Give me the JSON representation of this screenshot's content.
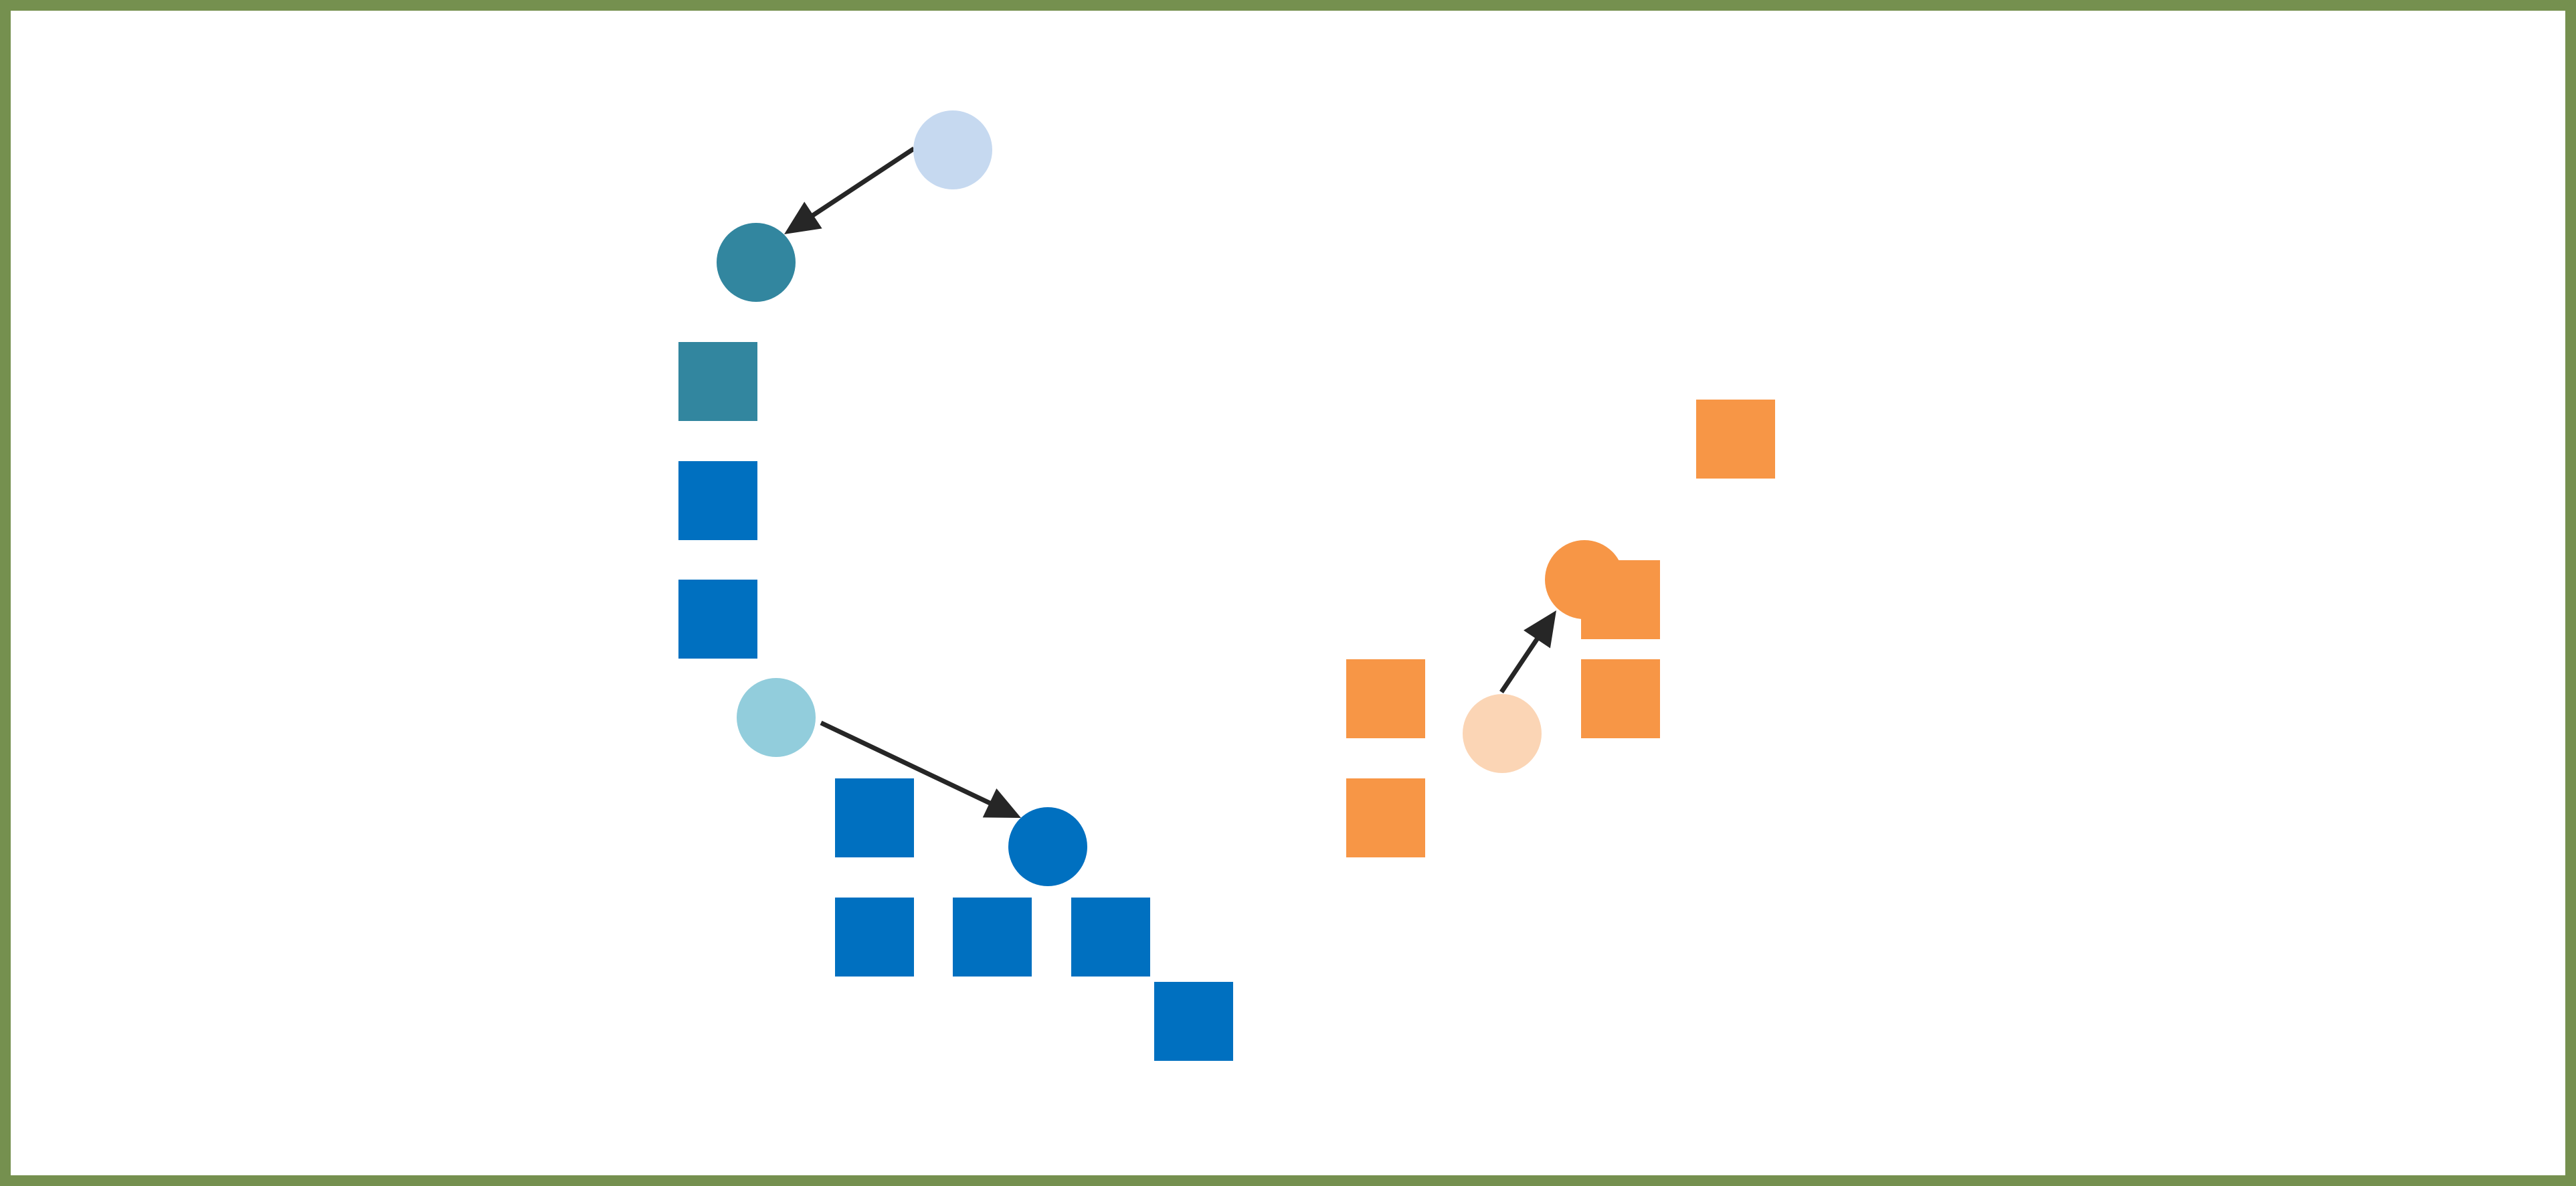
{
  "colors": {
    "frame": "#75904f",
    "background": "#ffffff",
    "teal": "#32869f",
    "blue": "#0070c0",
    "light_blue": "#c6d9f0",
    "sky_blue": "#92cddc",
    "orange": "#f79646",
    "light_orange": "#fbd5b5",
    "arrow": "#262626"
  },
  "diagram": {
    "shapes": [
      {
        "kind": "circle",
        "name": "circle-light-blue",
        "fill": "light_blue"
      },
      {
        "kind": "circle",
        "name": "circle-teal",
        "fill": "teal"
      },
      {
        "kind": "square",
        "name": "square-teal",
        "fill": "teal"
      },
      {
        "kind": "square",
        "name": "square-blue",
        "fill": "blue"
      },
      {
        "kind": "square",
        "name": "square-blue",
        "fill": "blue"
      },
      {
        "kind": "circle",
        "name": "circle-sky-blue",
        "fill": "sky_blue"
      },
      {
        "kind": "square",
        "name": "square-blue",
        "fill": "blue"
      },
      {
        "kind": "circle",
        "name": "circle-blue",
        "fill": "blue"
      },
      {
        "kind": "square",
        "name": "square-blue",
        "fill": "blue"
      },
      {
        "kind": "square",
        "name": "square-blue",
        "fill": "blue"
      },
      {
        "kind": "square",
        "name": "square-blue",
        "fill": "blue"
      },
      {
        "kind": "square",
        "name": "square-blue",
        "fill": "blue"
      },
      {
        "kind": "square",
        "name": "square-orange",
        "fill": "orange"
      },
      {
        "kind": "circle",
        "name": "circle-orange",
        "fill": "orange"
      },
      {
        "kind": "square",
        "name": "square-orange",
        "fill": "orange"
      },
      {
        "kind": "square",
        "name": "square-orange",
        "fill": "orange"
      },
      {
        "kind": "square",
        "name": "square-orange",
        "fill": "orange"
      },
      {
        "kind": "square",
        "name": "square-orange",
        "fill": "orange"
      },
      {
        "kind": "circle",
        "name": "circle-light-orange",
        "fill": "light_orange"
      }
    ],
    "arrows": [
      {
        "name": "arrow-light-blue-to-teal"
      },
      {
        "name": "arrow-sky-blue-to-blue"
      },
      {
        "name": "arrow-light-orange-to-orange"
      }
    ]
  }
}
